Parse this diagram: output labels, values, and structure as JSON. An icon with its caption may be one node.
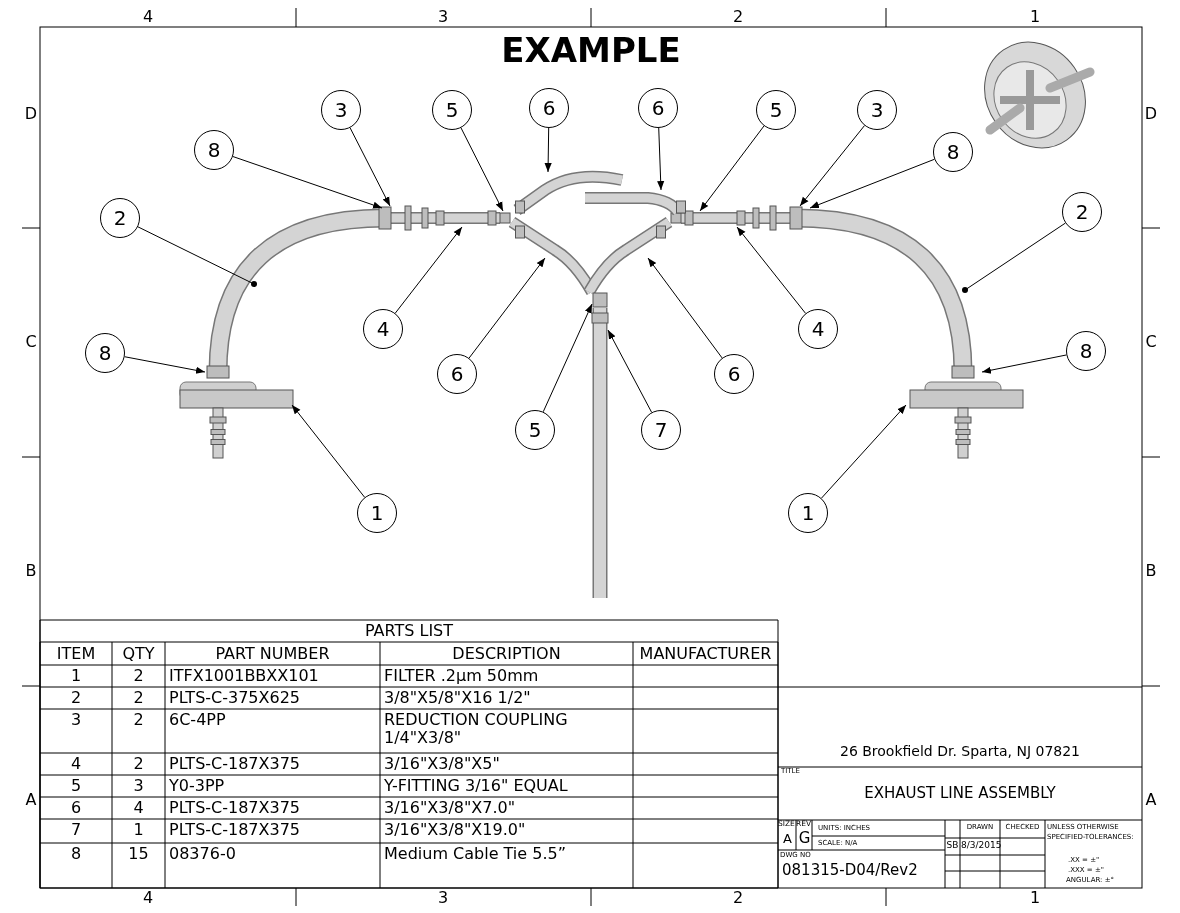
{
  "diagram": {
    "title": "EXAMPLE",
    "nodes": [
      {
        "text": [
          "3"
        ]
      },
      {
        "text": [
          "5"
        ]
      },
      {
        "text": [
          "6"
        ]
      },
      {
        "text": [
          "6"
        ]
      },
      {
        "text": [
          "5"
        ]
      },
      {
        "text": [
          "3"
        ]
      },
      {
        "text": [
          "8"
        ]
      },
      {
        "text": [
          "8"
        ]
      },
      {
        "text": [
          "2"
        ]
      },
      {
        "text": [
          "2"
        ]
      },
      {
        "text": [
          "4"
        ]
      },
      {
        "text": [
          "4"
        ]
      },
      {
        "text": [
          "8"
        ]
      },
      {
        "text": [
          "8"
        ]
      },
      {
        "text": [
          "6"
        ]
      },
      {
        "text": [
          "6"
        ]
      },
      {
        "text": [
          "5"
        ]
      },
      {
        "text": [
          "7"
        ]
      },
      {
        "text": [
          "1"
        ]
      },
      {
        "text": [
          "1"
        ]
      }
    ],
    "edges": [
      {
        "from": 0,
        "to": null,
        "arrow": "to"
      },
      {
        "from": 1,
        "to": null,
        "arrow": "to"
      },
      {
        "from": 2,
        "to": null,
        "arrow": "to"
      },
      {
        "from": 3,
        "to": null,
        "arrow": "to"
      },
      {
        "from": 4,
        "to": null,
        "arrow": "to"
      },
      {
        "from": 5,
        "to": null,
        "arrow": "to"
      },
      {
        "from": 6,
        "to": null,
        "arrow": "to"
      },
      {
        "from": 7,
        "to": null,
        "arrow": "to"
      },
      {
        "from": 8,
        "to": null,
        "arrow": "other"
      },
      {
        "from": 9,
        "to": null,
        "arrow": "other"
      },
      {
        "from": 10,
        "to": null,
        "arrow": "to"
      },
      {
        "from": 11,
        "to": null,
        "arrow": "to"
      },
      {
        "from": 12,
        "to": null,
        "arrow": "to"
      },
      {
        "from": 13,
        "to": null,
        "arrow": "to"
      },
      {
        "from": 14,
        "to": null,
        "arrow": "to"
      },
      {
        "from": 15,
        "to": null,
        "arrow": "to"
      },
      {
        "from": 16,
        "to": null,
        "arrow": "to"
      },
      {
        "from": 17,
        "to": null,
        "arrow": "to"
      },
      {
        "from": 18,
        "to": null,
        "arrow": "to"
      },
      {
        "from": 19,
        "to": null,
        "arrow": "to"
      }
    ],
    "labels": [
      "4",
      "3",
      "2",
      "1",
      "D",
      "C",
      "B",
      "A",
      "D",
      "C",
      "B",
      "A",
      "4",
      "3",
      "2",
      "1",
      "PARTS LIST",
      "ITEM",
      "QTY",
      "PART NUMBER",
      "DESCRIPTION",
      "MANUFACTURER",
      "1",
      "2",
      "ITFX1001BBXX101",
      "FILTER .2µm 50mm",
      "2",
      "2",
      "PLTS-C-375X625",
      "3/8\"X5/8\"X16 1/2\"",
      "3",
      "2",
      "6C-4PP",
      "REDUCTION COUPLING 1/4\"X3/8\"",
      "4",
      "2",
      "PLTS-C-187X375",
      "3/16\"X3/8\"X5\"",
      "5",
      "3",
      "Y0-3PP",
      "Y-FITTING 3/16\" EQUAL",
      "6",
      "4",
      "PLTS-C-187X375",
      "3/16\"X3/8\"X7.0\"",
      "7",
      "1",
      "PLTS-C-187X375",
      "3/16\"X3/8\"X19.0\"",
      "8",
      "15",
      "08376-0",
      "Medium Cable Tie 5.5”",
      "26 Brookfield Dr. Sparta, NJ 07821",
      "TITLE",
      "EXHAUST LINE ASSEMBLY",
      "SIZE",
      "REV",
      "A",
      "G",
      "UNITS: INCHES",
      "SCALE: N/A",
      "DRAWN",
      "CHECKED",
      "SB",
      "8/3/2015",
      "DWG NO",
      "081315-D04/Rev2",
      "UNLESS OTHERWISE SPECIFIED-TOLERANCES:",
      ".XX = ±\"",
      ".XXX = ±\"",
      "ANGULAR: ±°"
    ]
  }
}
